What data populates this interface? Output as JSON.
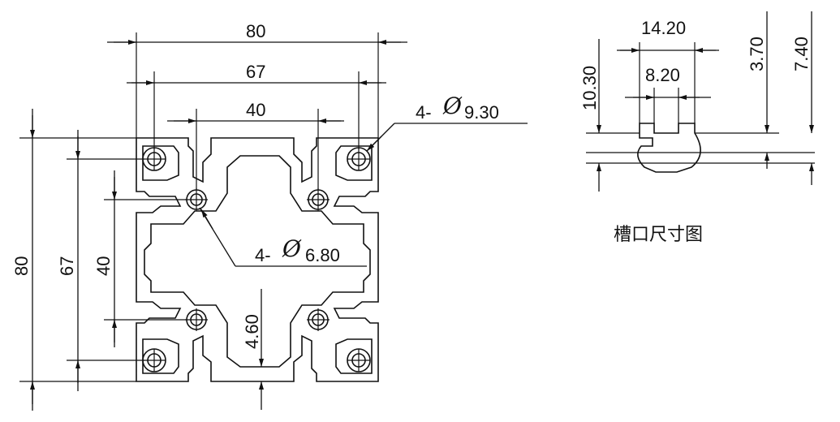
{
  "main_view": {
    "dims": {
      "top_outer": "80",
      "top_hole_pitch": "67",
      "top_center": "40",
      "left_outer": "80",
      "left_hole_pitch": "67",
      "left_center": "40",
      "web_thickness": "4.60"
    },
    "callouts": {
      "corner_holes_prefix": "4-",
      "corner_holes_value": "9.30",
      "inner_holes_prefix": "4-",
      "inner_holes_value": "6.80",
      "diameter_symbol": "Ø"
    }
  },
  "slot_view": {
    "dims": {
      "slot_width": "14.20",
      "opening_width": "8.20",
      "depth": "10.30",
      "lip": "3.70",
      "depth2": "7.40"
    },
    "caption": "槽口尺寸图"
  }
}
